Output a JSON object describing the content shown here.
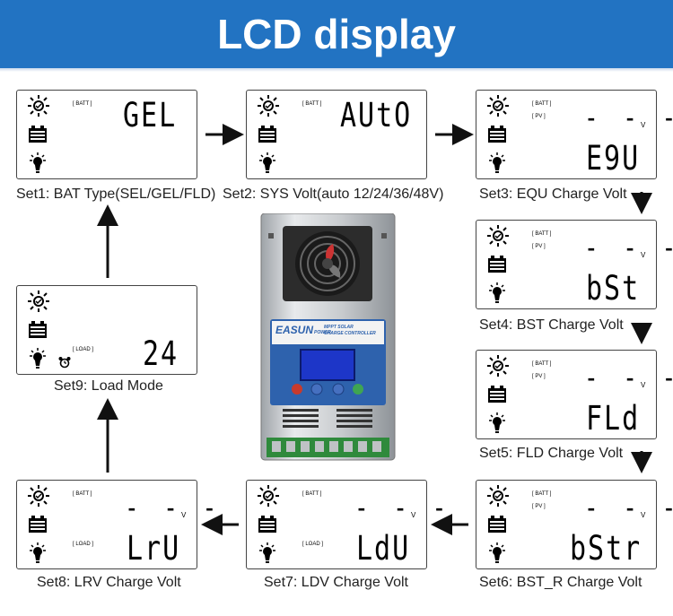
{
  "header": {
    "title": "LCD display"
  },
  "lcd_tags": {
    "batt": "BATT",
    "pv": "PV",
    "load": "LOAD"
  },
  "unit_v": "V",
  "top_dashes": "- - -",
  "panels": [
    {
      "id": "set1",
      "main": "GEL",
      "caption": "Set1: BAT Type(SEL/GEL/FLD)"
    },
    {
      "id": "set2",
      "main": "AUtO",
      "caption": "Set2: SYS Volt(auto  12/24/36/48V)"
    },
    {
      "id": "set3",
      "main": "E9U",
      "caption": "Set3: EQU Charge Volt"
    },
    {
      "id": "set4",
      "main": "bSt",
      "caption": "Set4: BST Charge Volt"
    },
    {
      "id": "set5",
      "main": "FLd",
      "caption": "Set5: FLD Charge Volt"
    },
    {
      "id": "set6",
      "main": "bStr",
      "caption": "Set6: BST_R Charge Volt"
    },
    {
      "id": "set7",
      "main": "LdU",
      "caption": "Set7: LDV Charge Volt"
    },
    {
      "id": "set8",
      "main": "LrU",
      "caption": "Set8: LRV Charge Volt"
    },
    {
      "id": "set9",
      "main": "24",
      "caption": "Set9: Load Mode"
    }
  ],
  "device": {
    "brand": "EASUN",
    "brand_sub": "POWER",
    "product_line1": "MPPT SOLAR",
    "product_line2": "CHARGE CONTROLLER"
  },
  "colors": {
    "banner": "#2273c2",
    "panel_blue": "#2e62ad",
    "screen": "#1d36c8"
  }
}
